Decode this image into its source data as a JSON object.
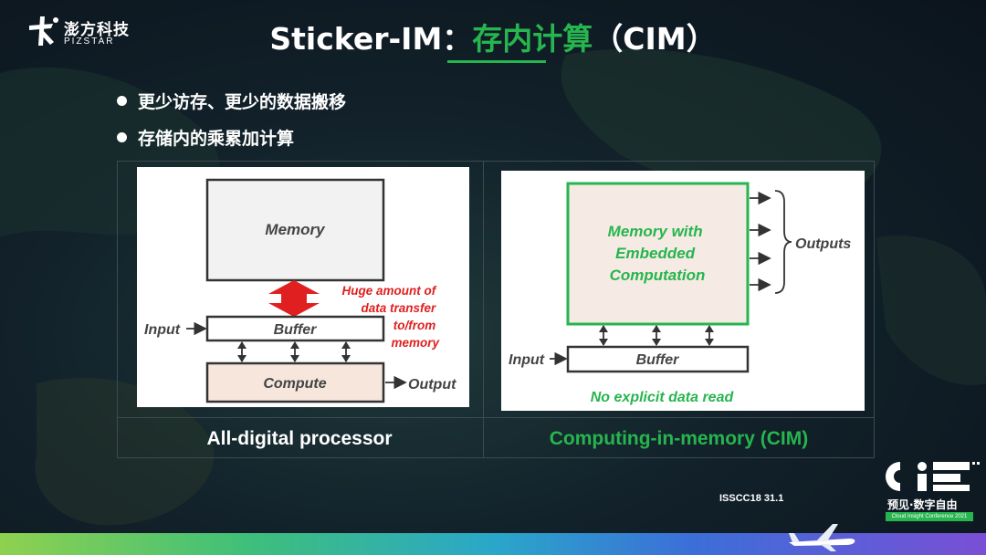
{
  "header": {
    "logo_cn": "澎方科技",
    "logo_en": "PIZSTAR",
    "title_prefix": "Sticker-IM：",
    "title_highlight": "存内计算",
    "title_suffix": "（CIM）"
  },
  "bullets": [
    "更少访存、更少的数据搬移",
    "存储内的乘累加计算"
  ],
  "left_panel": {
    "memory_label": "Memory",
    "buffer_label": "Buffer",
    "compute_label": "Compute",
    "input_label": "Input",
    "output_label": "Output",
    "annotation_lines": [
      "Huge amount of",
      "data transfer",
      "to/from",
      "memory"
    ],
    "caption": "All-digital processor"
  },
  "right_panel": {
    "memory_lines": [
      "Memory with",
      "Embedded",
      "Computation"
    ],
    "buffer_label": "Buffer",
    "input_label": "Input",
    "outputs_label": "Outputs",
    "note": "No explicit data read",
    "caption": "Computing-in-memory (CIM)"
  },
  "footer": {
    "reference": "ISSCC18 31.1",
    "brand_slogan": "预见·数字自由",
    "brand_conf": "Cloud Insight Conference 2021"
  },
  "colors": {
    "accent_green": "#26b54e",
    "annotation_red": "#e02020",
    "compute_fill": "#f6e6dc",
    "cim_fill": "#f6ebe4"
  }
}
